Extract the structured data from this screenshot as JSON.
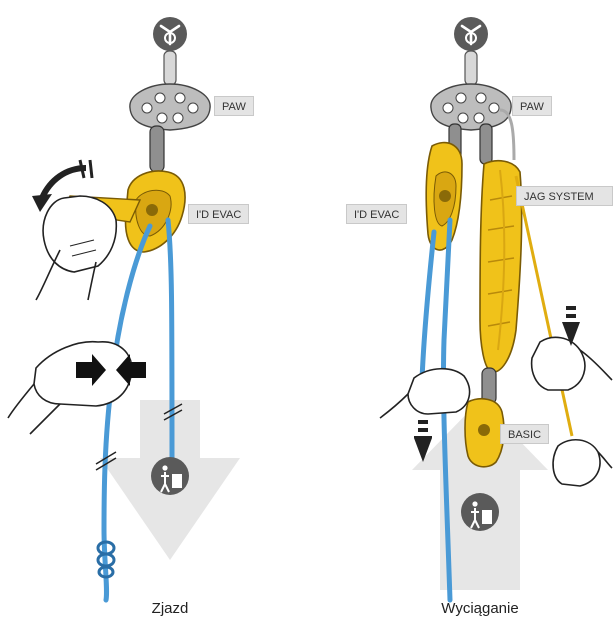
{
  "labels": {
    "paw_left": "PAW",
    "idevac_left": "I'D EVAC",
    "paw_right": "PAW",
    "jag_system": "JAG SYSTEM",
    "idevac_right": "I'D EVAC",
    "basic": "BASIC"
  },
  "captions": {
    "left": "Zjazd",
    "right": "Wyciąganie"
  },
  "colors": {
    "rope": "#4a9ad6",
    "device_yellow": "#f0c21a",
    "device_dark": "#8a6a08",
    "metal": "#b8b8b8",
    "anchor": "#5a5a5a",
    "arrow_big": "#e6e6e6",
    "arrow_dark": "#222222"
  },
  "icons": {
    "anchor": "anchor-icon",
    "load": "load-person-icon"
  }
}
